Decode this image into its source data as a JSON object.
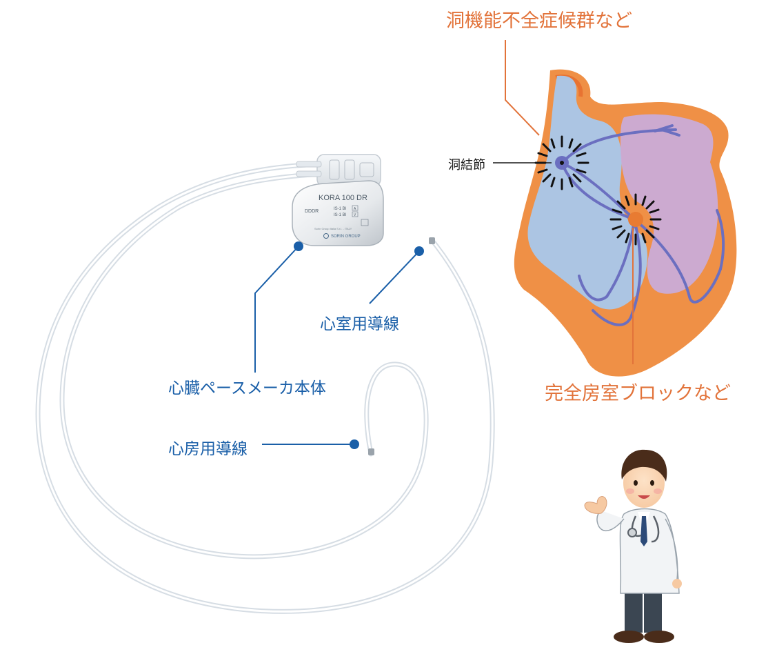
{
  "labels": {
    "pacemaker_body": "心臓ペースメーカ本体",
    "ventricular_lead": "心室用導線",
    "atrial_lead": "心房用導線",
    "sinus_syndrome": "洞機能不全症候群など",
    "sinus_node": "洞結節",
    "av_block": "完全房室ブロックなど"
  },
  "device": {
    "model": "KORA 100 DR",
    "mode": "DDDR",
    "connector1": "IS-1 BI",
    "connector2": "IS-1 BI",
    "port_a": "A",
    "port_v": "V",
    "maker_line": "Sorin Group Italia S.r.l. - ITALY",
    "brand": "SORIN GROUP"
  },
  "colors": {
    "label_blue": "#1a5fa8",
    "label_orange": "#e2733a",
    "heart_wall": "#ee8a3c",
    "right_chamber": "#a8c8ec",
    "left_chamber": "#c9acd8",
    "conduction": "#6b6fc0"
  }
}
